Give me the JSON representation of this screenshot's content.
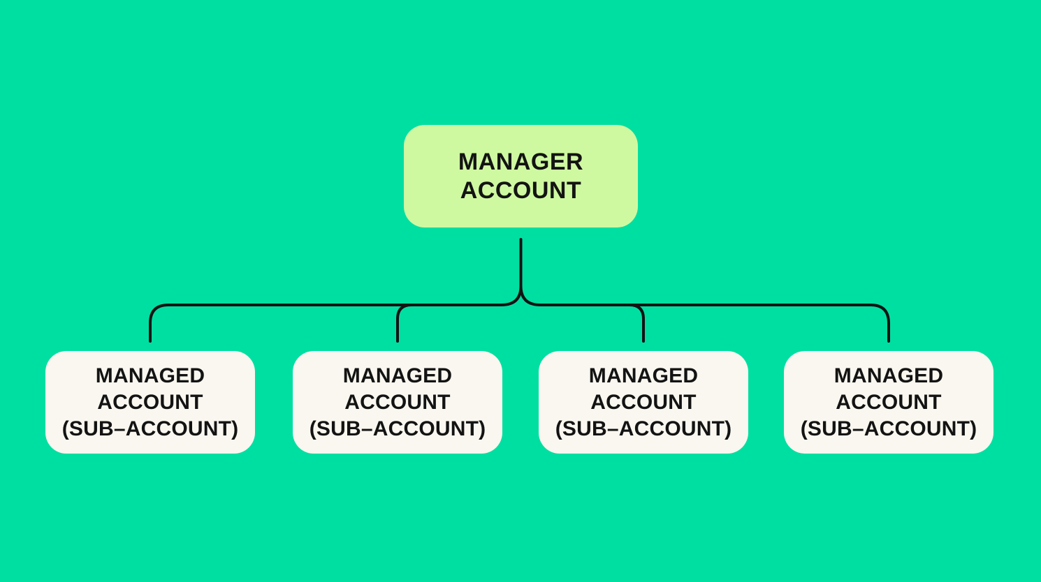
{
  "colors": {
    "background": "#00DFA2",
    "manager_box": "#CFF9A1",
    "managed_box": "#F9F7EF",
    "text": "#131313",
    "connector_line": "#131313"
  },
  "diagram": {
    "type": "org-chart",
    "root": {
      "lines": [
        "MANAGER",
        "ACCOUNT"
      ]
    },
    "children": [
      {
        "lines": [
          "MANAGED",
          "ACCOUNT",
          "(SUB–ACCOUNT)"
        ]
      },
      {
        "lines": [
          "MANAGED",
          "ACCOUNT",
          "(SUB–ACCOUNT)"
        ]
      },
      {
        "lines": [
          "MANAGED",
          "ACCOUNT",
          "(SUB–ACCOUNT)"
        ]
      },
      {
        "lines": [
          "MANAGED",
          "ACCOUNT",
          "(SUB–ACCOUNT)"
        ]
      }
    ]
  }
}
